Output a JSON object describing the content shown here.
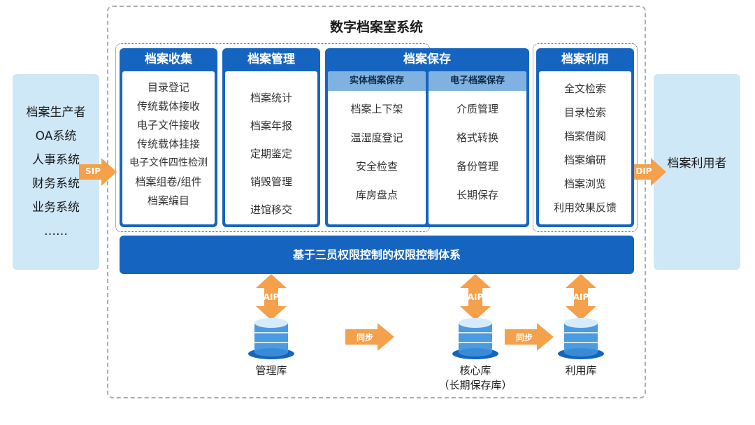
{
  "title": "数字档案室系统",
  "producers": {
    "items": [
      "档案生产者",
      "OA系统",
      "人事系统",
      "财务系统",
      "业务系统",
      "……"
    ]
  },
  "users": {
    "label": "档案利用者"
  },
  "arrows": {
    "sip": "SIP",
    "dip": "DIP",
    "aip": "AIP",
    "sync": "同步"
  },
  "columns": {
    "collect": {
      "title": "档案收集",
      "items": [
        "目录登记",
        "传统载体接收",
        "电子文件接收",
        "传统载体挂接",
        "电子文件四性检测",
        "档案组卷/组件",
        "档案编目"
      ]
    },
    "manage": {
      "title": "档案管理",
      "items": [
        "档案统计",
        "档案年报",
        "定期鉴定",
        "销毁管理",
        "进馆移交"
      ]
    },
    "preserve": {
      "title": "档案保存",
      "physical": {
        "title": "实体档案保存",
        "items": [
          "档案上下架",
          "温湿度登记",
          "安全检查",
          "库房盘点"
        ]
      },
      "digital": {
        "title": "电子档案保存",
        "items": [
          "介质管理",
          "格式转换",
          "备份管理",
          "长期保存"
        ]
      }
    },
    "use": {
      "title": "档案利用",
      "items": [
        "全文检索",
        "目录检索",
        "档案借阅",
        "档案编研",
        "档案浏览",
        "利用效果反馈"
      ]
    }
  },
  "permission_bar": "基于三员权限控制的权限控制体系",
  "databases": {
    "manage": {
      "label": "管理库"
    },
    "core": {
      "label": "核心库",
      "sub": "（长期保存库）"
    },
    "use": {
      "label": "利用库"
    }
  },
  "colors": {
    "primary": "#1565c0",
    "sub_header": "#7fb2e0",
    "side_panel": "#cfe8f8",
    "arrow": "#f5a04a",
    "db_top": "#cfe9fb",
    "db_body": "#5aa9e6"
  }
}
